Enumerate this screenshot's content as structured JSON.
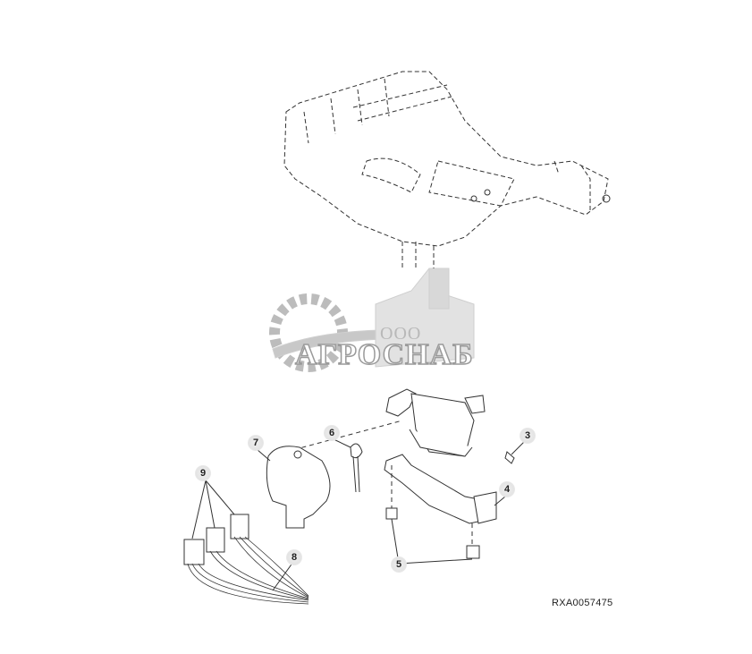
{
  "diagram": {
    "type": "exploded-parts-diagram",
    "figure_id": "RXA0057475",
    "watermark": {
      "prefix": "ООО",
      "name": "АГРОСНАБ"
    },
    "callouts": [
      {
        "id": "3",
        "label": "3"
      },
      {
        "id": "4",
        "label": "4"
      },
      {
        "id": "5",
        "label": "5"
      },
      {
        "id": "6",
        "label": "6"
      },
      {
        "id": "7",
        "label": "7"
      },
      {
        "id": "8",
        "label": "8"
      },
      {
        "id": "9",
        "label": "9"
      }
    ],
    "colors": {
      "line": "#333333",
      "watermark": "#b0b0b0",
      "background": "#ffffff"
    }
  }
}
